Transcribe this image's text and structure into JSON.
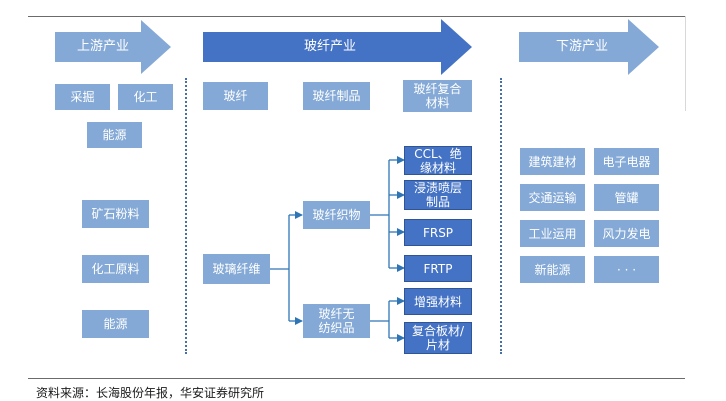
{
  "stages": {
    "upstream": "上游产业",
    "midstream": "玻纤产业",
    "downstream": "下游产业"
  },
  "upstream": {
    "mining": "采掘",
    "chemical": "化工",
    "energy_top": "能源",
    "ore_powder": "矿石粉料",
    "chem_material": "化工原料",
    "energy_bottom": "能源"
  },
  "midstream": {
    "header_fiber": "玻纤",
    "header_products": "玻纤制品",
    "header_composite": "玻纤复合材料",
    "glass_fiber": "玻璃纤维",
    "woven_fabric": "玻纤织物",
    "nonwoven": "玻纤无纺织品",
    "outputs": [
      "CCL、绝缘材料",
      "浸渍喷层制品",
      "FRSP",
      "FRTP",
      "增强材料",
      "复合板材/片材"
    ]
  },
  "downstream": {
    "items": [
      "建筑建材",
      "电子电器",
      "交通运输",
      "管罐",
      "工业运用",
      "风力发电",
      "新能源",
      "· · ·"
    ]
  },
  "source": "资料来源：长海股份年报，华安证券研究所",
  "colors": {
    "arrow": "#4472c4",
    "box_light": "#84a9d6",
    "box_dark": "#4472c4",
    "connector": "#2e75b6",
    "divider": "#4a6fa5"
  }
}
